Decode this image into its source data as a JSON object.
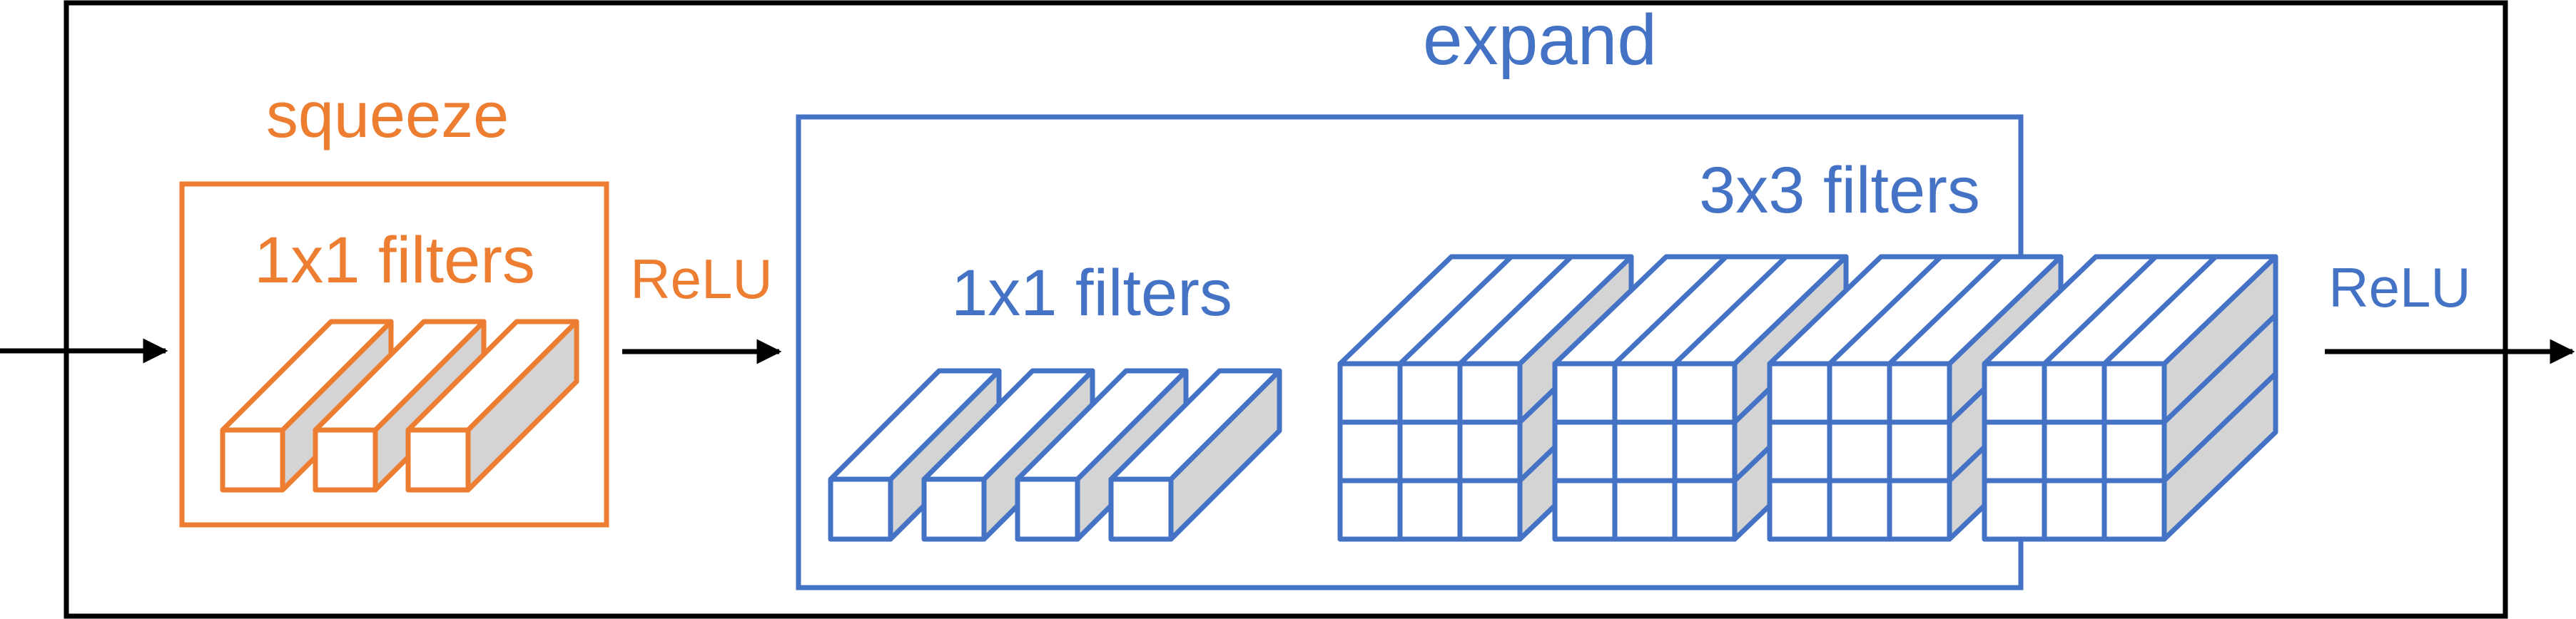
{
  "colors": {
    "squeeze": "#ED7D31",
    "expand": "#4472C4",
    "shade": "#D4D4D4",
    "outline": "#000000"
  },
  "labels": {
    "expand_title": "expand",
    "squeeze_title": "squeeze",
    "squeeze_filters": "1x1 filters",
    "expand_1x1_filters": "1x1 filters",
    "expand_3x3_filters": "3x3 filters",
    "relu_1": "ReLU",
    "relu_2": "ReLU"
  },
  "counts": {
    "squeeze_1x1_filters": 3,
    "expand_1x1_filters": 4,
    "expand_3x3_filters": 4
  }
}
